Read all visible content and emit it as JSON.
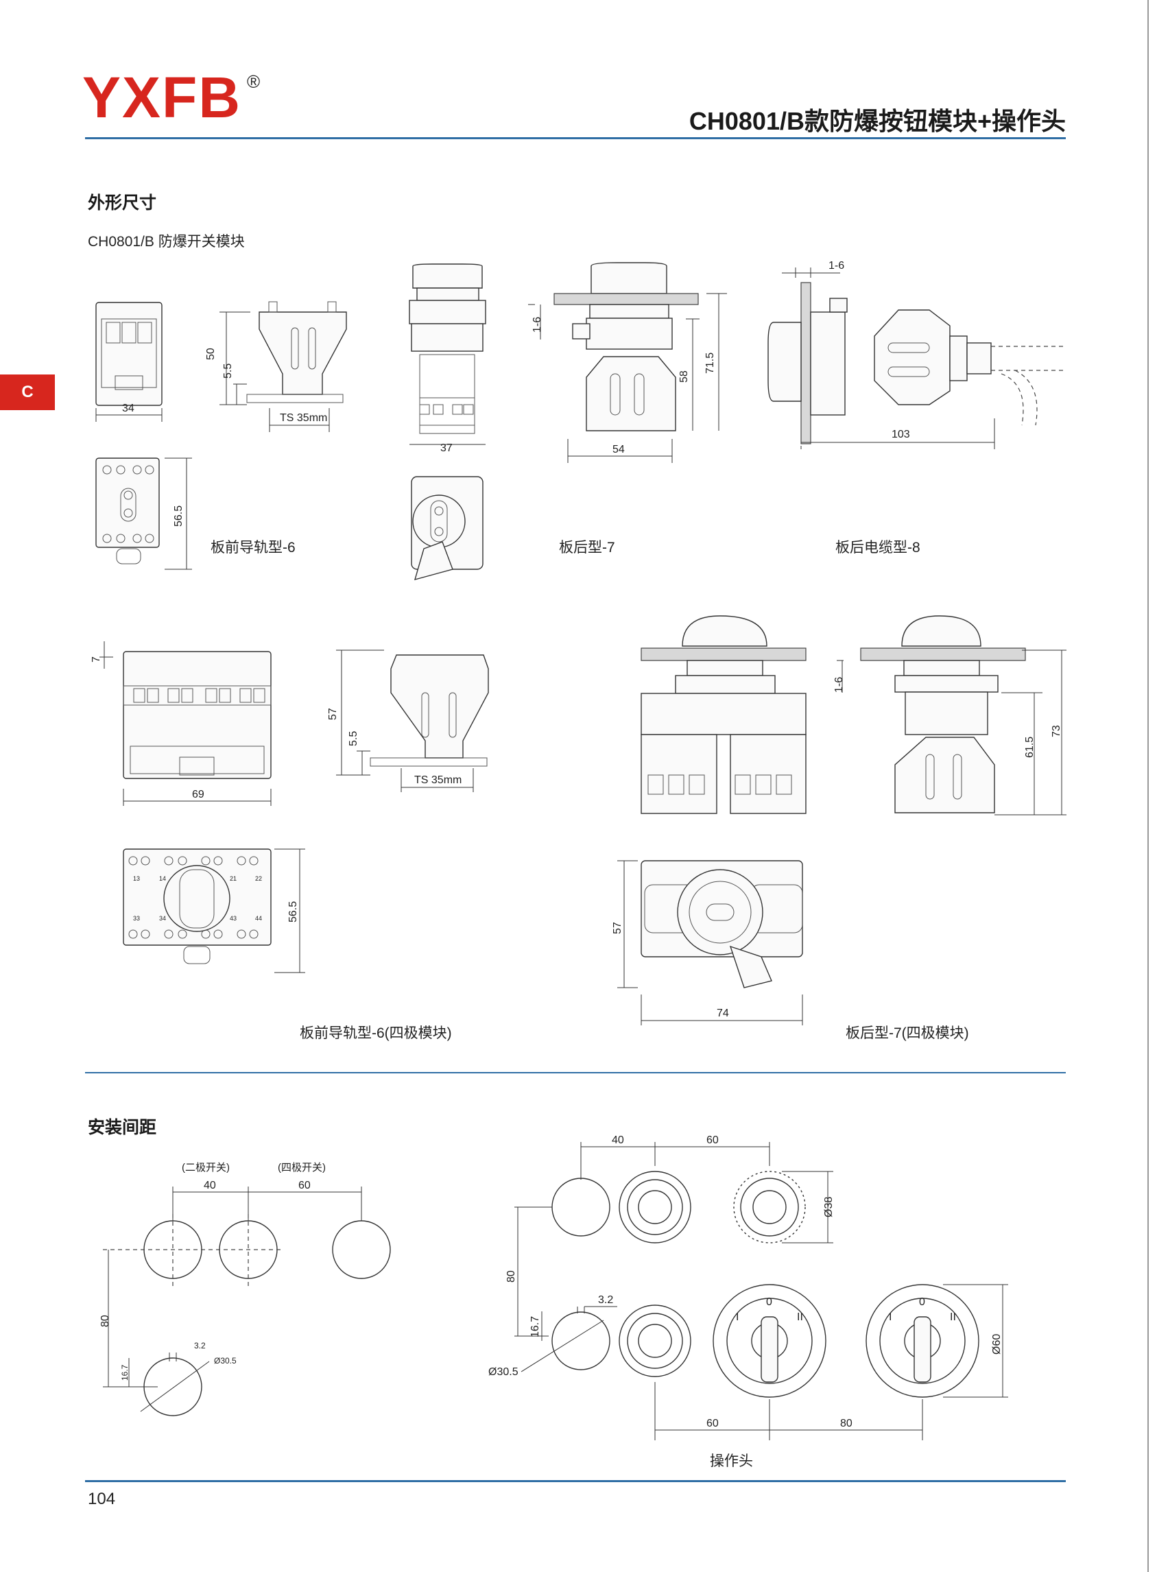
{
  "header": {
    "brand": "YXFB",
    "registered": "®",
    "title": "CH0801/B款防爆按钮模块+操作头"
  },
  "side_tab": "C",
  "sections": {
    "dimensions_heading": "外形尺寸",
    "module_name": "CH0801/B 防爆开关模块",
    "spacing_heading": "安装间距"
  },
  "captions": {
    "front_rail_6": "板前导轨型-6",
    "rear_7": "板后型-7",
    "rear_cable_8": "板后电缆型-8",
    "front_rail_6_four": "板前导轨型-6(四极模块)",
    "rear_7_four": "板后型-7(四极模块)",
    "operator_head": "操作头"
  },
  "dimension_labels": {
    "w34": "34",
    "h50": "50",
    "h5_5a": "5.5",
    "ts35a": "TS 35mm",
    "w37": "37",
    "h1_6a": "1-6",
    "h58": "58",
    "h71_5": "71.5",
    "w54": "54",
    "h1_6b": "1-6",
    "w103": "103",
    "h56_5a": "56.5",
    "h7": "7",
    "w69": "69",
    "h57a": "57",
    "h5_5b": "5.5",
    "ts35b": "TS 35mm",
    "h1_6c": "1-6",
    "h61_5": "61.5",
    "h73": "73",
    "h56_5b": "56.5",
    "h57b": "57",
    "w74": "74",
    "two_pole": "(二极开关)",
    "four_pole": "(四极开关)",
    "s40a": "40",
    "s60a": "60",
    "s80a": "80",
    "s3_2a": "3.2",
    "s16_7a": "16.7",
    "d30_5a": "Ø30.5",
    "s40b": "40",
    "s60b": "60",
    "d38": "Ø38",
    "s80b": "80",
    "s3_2b": "3.2",
    "s16_7b": "16.7",
    "d30_5b": "Ø30.5",
    "d60": "Ø60",
    "s60c": "60",
    "s80c": "80",
    "pos0a": "0",
    "pos0b": "0",
    "posI_a": "I",
    "posII_a": "II",
    "posI_b": "I",
    "posII_b": "II"
  },
  "terminal_labels": {
    "t13": "13",
    "t14": "14",
    "t21": "21",
    "t22": "22",
    "t33": "33",
    "t34": "34",
    "t43": "43",
    "t44": "44"
  },
  "page_number": "104",
  "colors": {
    "brand_red": "#d7261e",
    "rule_blue": "#2f6ea5"
  }
}
